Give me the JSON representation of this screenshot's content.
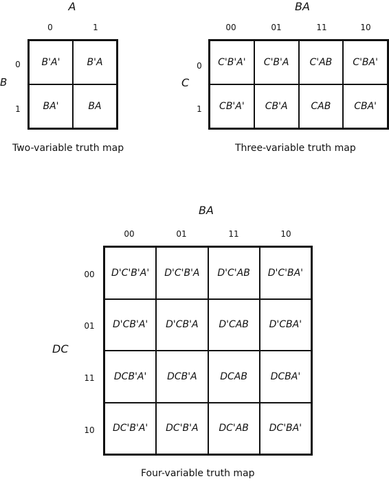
{
  "two_var": {
    "col_var": "A",
    "row_var": "B",
    "col_headers": [
      "0",
      "1"
    ],
    "row_headers": [
      "0",
      "1"
    ],
    "cells": [
      [
        "B'A'",
        "B'A"
      ],
      [
        "BA'",
        "BA"
      ]
    ],
    "caption": "Two-variable truth map"
  },
  "three_var": {
    "col_var": "BA",
    "row_var": "C",
    "col_headers": [
      "00",
      "01",
      "11",
      "10"
    ],
    "row_headers": [
      "0",
      "1"
    ],
    "cells": [
      [
        "C'B'A'",
        "C'B'A",
        "C'AB",
        "C'BA'"
      ],
      [
        "CB'A'",
        "CB'A",
        "CAB",
        "CBA'"
      ]
    ],
    "caption": "Three-variable truth map"
  },
  "four_var": {
    "col_var": "BA",
    "row_var": "DC",
    "col_headers": [
      "00",
      "01",
      "11",
      "10"
    ],
    "row_headers": [
      "00",
      "01",
      "11",
      "10"
    ],
    "cells": [
      [
        "D'C'B'A'",
        "D'C'B'A",
        "D'C'AB",
        "D'C'BA'"
      ],
      [
        "D'CB'A'",
        "D'CB'A",
        "D'CAB",
        "D'CBA'"
      ],
      [
        "DCB'A'",
        "DCB'A",
        "DCAB",
        "DCBA'"
      ],
      [
        "DC'B'A'",
        "DC'B'A",
        "DC'AB",
        "DC'BA'"
      ]
    ],
    "caption": "Four-variable truth map"
  }
}
